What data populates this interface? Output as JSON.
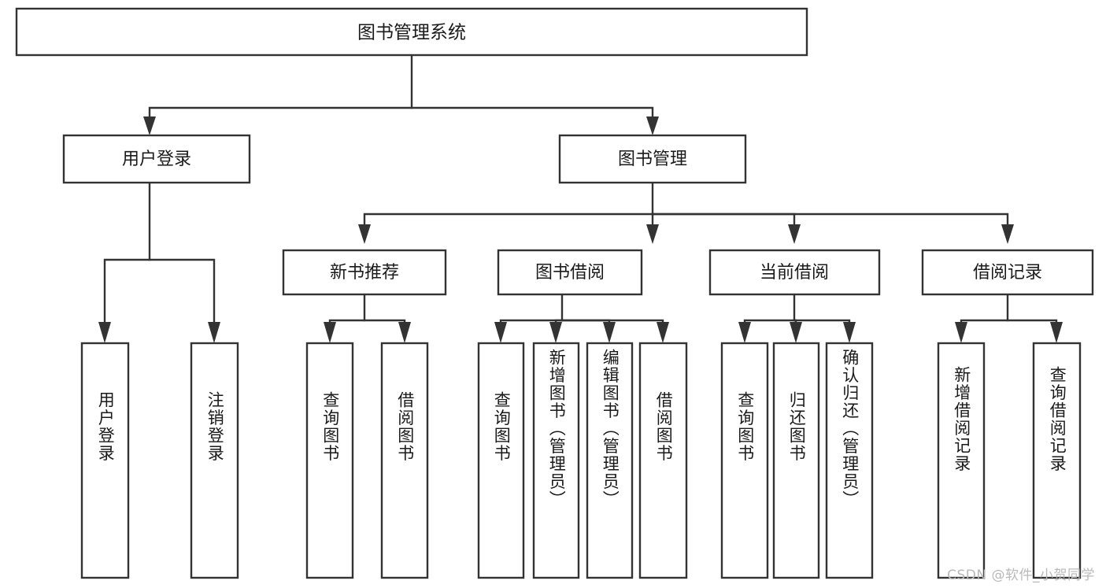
{
  "diagram": {
    "type": "tree-hierarchy",
    "title": "图书管理系统",
    "watermark": "CSDN @软件_小贺同学",
    "colors": {
      "background": "#ffffff",
      "box_fill": "#ffffff",
      "box_stroke": "#333333",
      "text": "#1a1a1a",
      "watermark": "#b9b9b9"
    },
    "levels": {
      "root": {
        "label": "图书管理系统"
      },
      "level2": [
        {
          "id": "user-login",
          "label": "用户登录"
        },
        {
          "id": "book-management",
          "label": "图书管理"
        }
      ],
      "level3": [
        {
          "id": "new-book-recommend",
          "label": "新书推荐"
        },
        {
          "id": "book-borrow",
          "label": "图书借阅"
        },
        {
          "id": "current-borrow",
          "label": "当前借阅"
        },
        {
          "id": "borrow-record",
          "label": "借阅记录"
        }
      ],
      "leaves": [
        {
          "id": "leaf-user-login",
          "label": "用户登录",
          "parent": "user-login"
        },
        {
          "id": "leaf-user-logout",
          "label": "注销登录",
          "parent": "user-login"
        },
        {
          "id": "leaf-query-book-1",
          "label": "查询图书",
          "parent": "new-book-recommend"
        },
        {
          "id": "leaf-borrow-book-1",
          "label": "借阅图书",
          "parent": "new-book-recommend"
        },
        {
          "id": "leaf-query-book-2",
          "label": "查询图书",
          "parent": "book-borrow"
        },
        {
          "id": "leaf-add-book",
          "label": "新增图书（管理员）",
          "parent": "book-borrow"
        },
        {
          "id": "leaf-edit-book",
          "label": "编辑图书（管理员）",
          "parent": "book-borrow"
        },
        {
          "id": "leaf-borrow-book-2",
          "label": "借阅图书",
          "parent": "book-borrow"
        },
        {
          "id": "leaf-query-book-3",
          "label": "查询图书",
          "parent": "current-borrow"
        },
        {
          "id": "leaf-return-book",
          "label": "归还图书",
          "parent": "current-borrow"
        },
        {
          "id": "leaf-confirm-return",
          "label": "确认归还（管理员）",
          "parent": "current-borrow"
        },
        {
          "id": "leaf-add-record",
          "label": "新增借阅记录",
          "parent": "borrow-record"
        },
        {
          "id": "leaf-query-record",
          "label": "查询借阅记录",
          "parent": "borrow-record"
        }
      ]
    }
  }
}
